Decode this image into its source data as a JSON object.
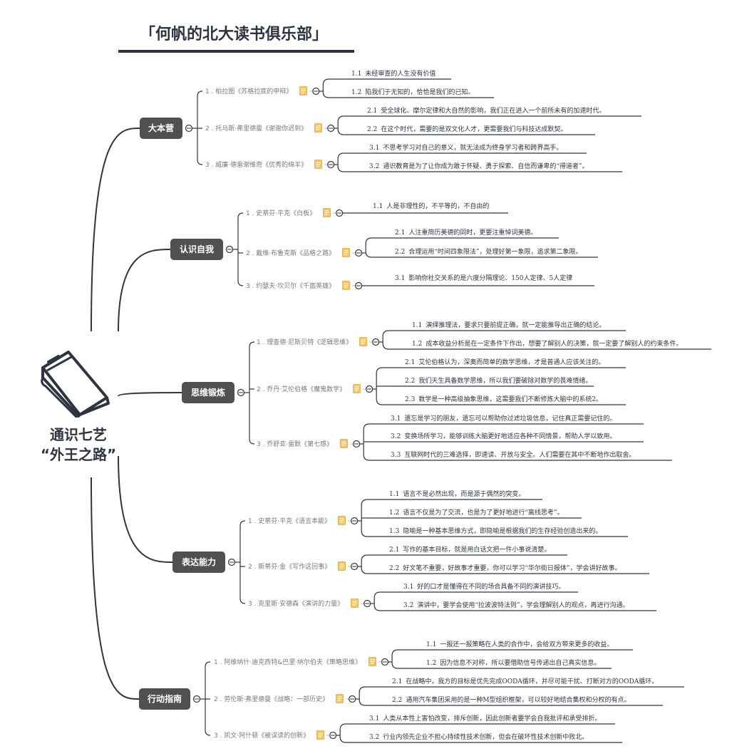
{
  "title": "「何帆的北大读书俱乐部」",
  "root": {
    "line1": "通识七艺",
    "line2": "“外王之路”"
  },
  "colors": {
    "line": "#2f3540",
    "category_bg": "#505050",
    "note_icon": "#f3c766"
  },
  "categories": [
    {
      "label": "大本营",
      "books": [
        {
          "num": "1 .",
          "title": "柏拉图《苏格拉底的申辩》",
          "points": [
            {
              "num": "1.1",
              "text": "未经审查的人生没有价值"
            },
            {
              "num": "1.2",
              "text": "陷我们于无知的，恰恰是我们的已知。"
            }
          ]
        },
        {
          "num": "2 .",
          "title": "托马斯·弗里德曼《谢谢你迟到》",
          "points": [
            {
              "num": "2.1",
              "text": "受全球化、摩尔定律和大自然的影响，我们正在进入一个前所未有的加速时代。"
            },
            {
              "num": "2.2",
              "text": "在这个时代，需要的是双文化人才，更需要我们与科技达成默契。"
            }
          ]
        },
        {
          "num": "3 .",
          "title": "威廉·德雷谢维奇《优秀的绵羊》",
          "points": [
            {
              "num": "3.1",
              "text": "不思考学习对自己的意义，就无法成为终身学习者和跨界高手。"
            },
            {
              "num": "3.2",
              "text": "通识教育是为了让你成为敢于怀疑、勇于探索、自信而谦卑的“得道者”。"
            }
          ]
        }
      ]
    },
    {
      "label": "认识自我",
      "books": [
        {
          "num": "1 .",
          "title": "史蒂芬·平克《白板》",
          "points": [
            {
              "num": "1.1",
              "text": "人是非理性的，不平等的，不自由的"
            }
          ]
        },
        {
          "num": "2 .",
          "title": "戴维·布鲁克斯《品格之路》",
          "points": [
            {
              "num": "2.1",
              "text": "人注重简历美德的同时，更要注重悼词美德。"
            },
            {
              "num": "2.2",
              "text": "合理运用“时间四象限法”，处理好第一象限，追求第二象限。"
            }
          ]
        },
        {
          "num": "3 .",
          "title": "约瑟夫·坎贝尔《千面英雄》",
          "points": [
            {
              "num": "3.1",
              "text": "影响你社交关系的是六度分隔理论、150人定律、5人定律"
            }
          ]
        }
      ]
    },
    {
      "label": "思维锻炼",
      "books": [
        {
          "num": "1 .",
          "title": "理查德·尼斯贝特《逻辑思维》",
          "points": [
            {
              "num": "1.1",
              "text": "演绎推理法，要求只要前提正确，就一定能推导出正确的结论。"
            },
            {
              "num": "1.2",
              "text": "成本收益分析是在一定条件下作出，想要了解别人的决策，就一定要了解别人的约束条件。"
            }
          ]
        },
        {
          "num": "2 .",
          "title": "乔丹·艾伦伯格《魔鬼数学》",
          "points": [
            {
              "num": "2.1",
              "text": "艾伦伯格认为，深奥而简单的数学思维，才是普通人应该关注的。"
            },
            {
              "num": "2.2",
              "text": "我们天生具备数学思维，所以我们要破除对数学的畏难情绪。"
            },
            {
              "num": "2.3",
              "text": "数学是一种高级抽象思维，这需要我们不断修炼大脑中的系统2。"
            }
          ]
        },
        {
          "num": "3 .",
          "title": "乔舒亚·雷默《第七感》",
          "points": [
            {
              "num": "3.1",
              "text": "遗忘是学习的朋友，遗忘可以帮助你过滤垃圾信息，记住真正需要记住的。"
            },
            {
              "num": "3.2",
              "text": "变换场所学习，能够训练大脑更好地适应各种不同情景，帮助人学以致用。"
            },
            {
              "num": "3.3",
              "text": "互联网时代的三难选择，即速读、开放与安全。人们需要在其中不断地作出取舍。"
            }
          ]
        }
      ]
    },
    {
      "label": "表达能力",
      "books": [
        {
          "num": "1 .",
          "title": "史蒂芬·平克《语言本能》",
          "points": [
            {
              "num": "1.1",
              "text": "语言不是必然出现，而是源于偶然的突变。"
            },
            {
              "num": "1.2",
              "text": "语言不仅是为了交流，也是为了更好地进行“离线思考”。"
            },
            {
              "num": "1.3",
              "text": "隐喻是一种基本思维方式，即隐喻是根据我们的生存经验创造出来的。"
            }
          ]
        },
        {
          "num": "2 .",
          "title": "斯蒂芬·金《写作这回事》",
          "points": [
            {
              "num": "2.1",
              "text": "写作的基本目标，就是用白话文把一件小事说清楚。"
            },
            {
              "num": "2.2",
              "text": "好文笔不重要，好故事才重要，你可以学习“华尔街日报体”，学会讲好故事。"
            }
          ]
        },
        {
          "num": "3 .",
          "title": "克里斯·安德森《演讲的力量》",
          "points": [
            {
              "num": "3.1",
              "text": "好的口才是懂得在不同的场合具备不同的演讲技巧。"
            },
            {
              "num": "3.2",
              "text": "演讲中，要学会使用“拉波波特法则”，学会理解别人的观点，再进行沟通。"
            }
          ]
        }
      ]
    },
    {
      "label": "行动指南",
      "books": [
        {
          "num": "1 .",
          "title": "阿维纳什·迪克西特&巴里·纳尔伯夫《策略思维》",
          "points": [
            {
              "num": "1.1",
              "text": "一报还一报策略在人类的合作中，会给双方带来更多的收益。"
            },
            {
              "num": "1.2",
              "text": "因为信息不对称，所以要借助信号传递出自己真实信息。"
            }
          ]
        },
        {
          "num": "2 .",
          "title": "劳伦斯·弗里德曼《战略：一部历史》",
          "points": [
            {
              "num": "2.1",
              "text": "在战略中，我方的目标是优先完成OODA循环，并尽可能干扰、打断对方的OODA循环。"
            },
            {
              "num": "2.2",
              "text": "通用汽车集团采用的是一种M型组织框架，可以较好地结合集权和分权的有点。"
            }
          ]
        },
        {
          "num": "3 .",
          "title": "凯文·阿什顿《被误读的创新》",
          "points": [
            {
              "num": "3.1",
              "text": "人类从本性上害怕改变，排斥创新，因此创新者要学会自我批评和承受排折。"
            },
            {
              "num": "3.2",
              "text": "行业内领先企业不担心持续性技术创新，但会在破坏性技术创新中败北。"
            }
          ]
        }
      ]
    }
  ]
}
